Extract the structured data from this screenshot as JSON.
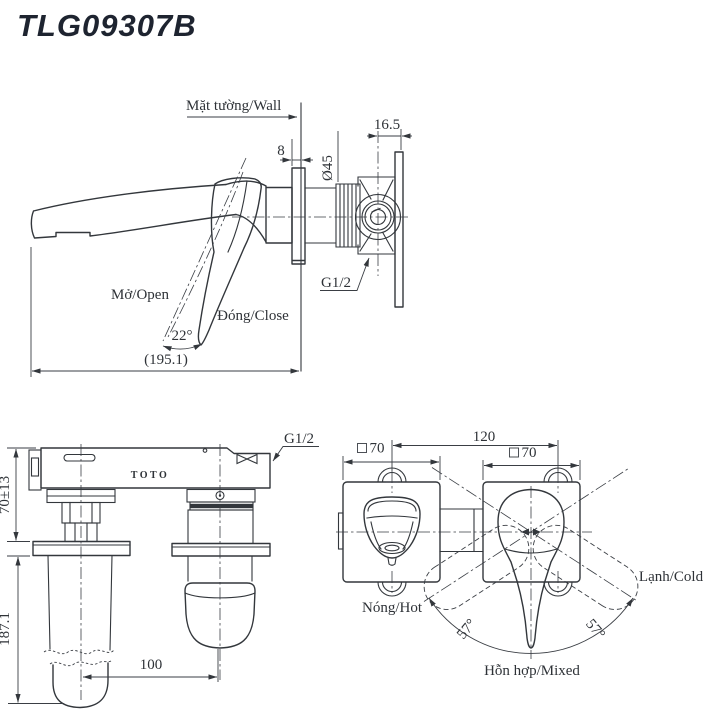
{
  "title": "TLG09307B",
  "line_color": "#33373c",
  "views": {
    "side": {
      "wall_label": "Mặt tường/Wall",
      "dim_flange": "8",
      "dim_diameter": "Ø45",
      "dim_depth": "16.5",
      "thread_label": "G1/2",
      "open_label": "Mở/Open",
      "close_label": "Đóng/Close",
      "angle_open": "22°",
      "dim_overall": "(195.1)"
    },
    "plan": {
      "thread_label": "G1/2",
      "brand": "TOTO",
      "dim_wall_offset": "70±13",
      "dim_drop": "187.1",
      "dim_spacing": "100"
    },
    "front": {
      "dim_centers": "120",
      "dim_left_plate": "70",
      "dim_right_plate": "70",
      "angle_left": "57°",
      "angle_right": "57°",
      "hot_label": "Nóng/Hot",
      "cold_label": "Lạnh/Cold",
      "mixed_label": "Hỗn hợp/Mixed"
    }
  }
}
